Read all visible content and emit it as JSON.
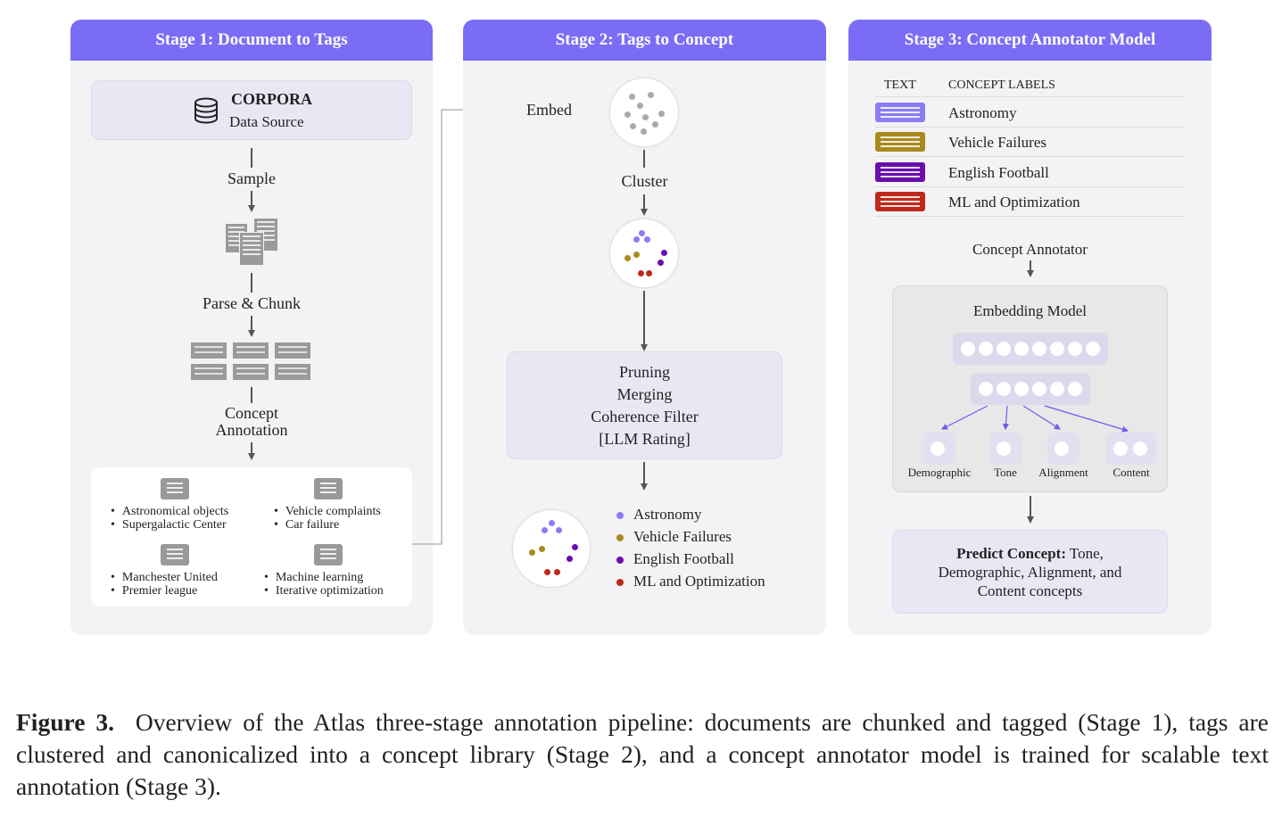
{
  "stage1": {
    "title": "Stage 1: Document to Tags",
    "source_title": "CORPORA",
    "source_subtitle": "Data Source",
    "step_sample": "Sample",
    "step_parse": "Parse & Chunk",
    "step_concept_1": "Concept",
    "step_concept_2": "Annotation",
    "tag_groups": [
      {
        "items": [
          "Astronomical objects",
          "Supergalactic Center"
        ]
      },
      {
        "items": [
          "Vehicle complaints",
          "Car failure"
        ]
      },
      {
        "items": [
          "Manchester United",
          "Premier league"
        ]
      },
      {
        "items": [
          "Machine learning",
          "Iterative optimization"
        ]
      }
    ]
  },
  "stage2": {
    "title": "Stage 2: Tags to Concept",
    "step_embed": "Embed",
    "step_cluster": "Cluster",
    "filter_lines": [
      "Pruning",
      "Merging",
      "Coherence Filter",
      "[LLM Rating]"
    ],
    "legend": [
      {
        "label": "Astronomy",
        "color": "#8b7cf6"
      },
      {
        "label": "Vehicle Failures",
        "color": "#a98a1e"
      },
      {
        "label": "English Football",
        "color": "#6a0dad"
      },
      {
        "label": "ML and Optimization",
        "color": "#c0281c"
      }
    ]
  },
  "stage3": {
    "title": "Stage 3: Concept Annotator Model",
    "col_text": "TEXT",
    "col_labels": "CONCEPT LABELS",
    "rows": [
      {
        "label": "Astronomy",
        "color": "#8b7cf6"
      },
      {
        "label": "Vehicle Failures",
        "color": "#a98a1e"
      },
      {
        "label": "English Football",
        "color": "#6a0dad"
      },
      {
        "label": "ML and Optimization",
        "color": "#c0281c"
      }
    ],
    "annotator_label": "Concept Annotator",
    "model_label": "Embedding Model",
    "heads": [
      "Demographic",
      "Tone",
      "Alignment",
      "Content"
    ],
    "predict_bold": "Predict Concept:",
    "predict_rest_1": " Tone,",
    "predict_line_2": "Demographic, Alignment, and",
    "predict_line_3": "Content concepts"
  },
  "caption": {
    "label": "Figure 3.",
    "text": "Overview of the Atlas three-stage annotation pipeline: documents are chunked and tagged (Stage 1), tags are clustered and canonicalized into a concept library (Stage 2), and a concept annotator model is trained for scalable text annotation (Stage 3)."
  }
}
